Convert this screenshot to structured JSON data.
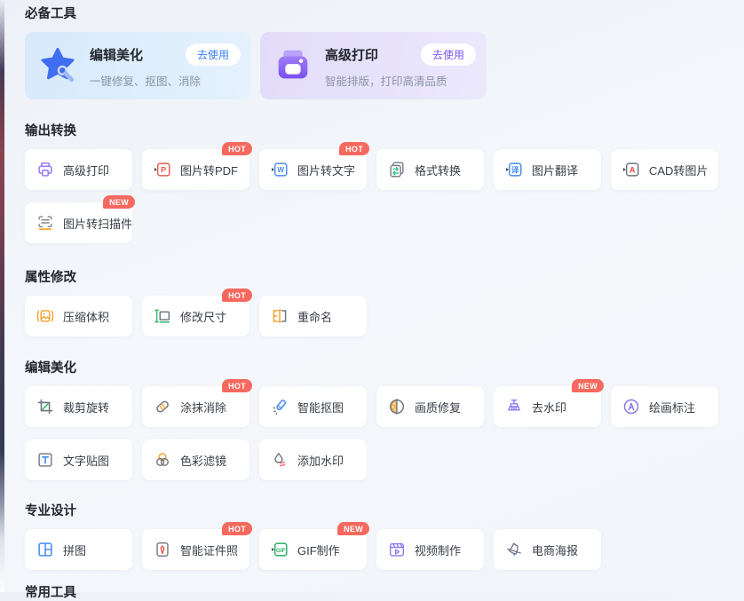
{
  "badge_color": "#f6695e",
  "featured": {
    "section_title": "必备工具",
    "cards": [
      {
        "title": "编辑美化",
        "subtitle": "一键修复、抠图、消除",
        "button": "去使用",
        "icon": "star-wand-icon",
        "accent": "#3b7cf0",
        "bg_from": "#d7e9fb",
        "bg_to": "#e5f2fd"
      },
      {
        "title": "高级打印",
        "subtitle": "智能排版，打印高清品质",
        "button": "去使用",
        "icon": "printer-filled-icon",
        "accent": "#7a55f2",
        "bg_from": "#e2dcfa",
        "bg_to": "#ece8fc"
      }
    ]
  },
  "sections": [
    {
      "title": "输出转换",
      "tools": [
        {
          "label": "高级打印",
          "icon": "printer-outline-icon",
          "badge": ""
        },
        {
          "label": "图片转PDF",
          "icon": "image-to-pdf-icon",
          "badge": "HOT"
        },
        {
          "label": "图片转文字",
          "icon": "image-to-word-icon",
          "badge": "HOT"
        },
        {
          "label": "格式转换",
          "icon": "format-convert-icon",
          "badge": ""
        },
        {
          "label": "图片翻译",
          "icon": "image-translate-icon",
          "badge": ""
        },
        {
          "label": "CAD转图片",
          "icon": "cad-to-image-icon",
          "badge": ""
        },
        {
          "label": "图片转扫描件",
          "icon": "image-to-scan-icon",
          "badge": "NEW"
        }
      ]
    },
    {
      "title": "属性修改",
      "tools": [
        {
          "label": "压缩体积",
          "icon": "compress-icon",
          "badge": ""
        },
        {
          "label": "修改尺寸",
          "icon": "resize-icon",
          "badge": "HOT"
        },
        {
          "label": "重命名",
          "icon": "rename-icon",
          "badge": ""
        }
      ]
    },
    {
      "title": "编辑美化",
      "tools": [
        {
          "label": "裁剪旋转",
          "icon": "crop-rotate-icon",
          "badge": ""
        },
        {
          "label": "涂抹消除",
          "icon": "erase-icon",
          "badge": "HOT"
        },
        {
          "label": "智能抠图",
          "icon": "smart-cutout-icon",
          "badge": ""
        },
        {
          "label": "画质修复",
          "icon": "quality-repair-icon",
          "badge": ""
        },
        {
          "label": "去水印",
          "icon": "remove-watermark-icon",
          "badge": "NEW"
        },
        {
          "label": "绘画标注",
          "icon": "draw-annotate-icon",
          "badge": ""
        },
        {
          "label": "文字贴图",
          "icon": "text-sticker-icon",
          "badge": ""
        },
        {
          "label": "色彩滤镜",
          "icon": "color-filter-icon",
          "badge": ""
        },
        {
          "label": "添加水印",
          "icon": "add-watermark-icon",
          "badge": ""
        }
      ]
    },
    {
      "title": "专业设计",
      "tools": [
        {
          "label": "拼图",
          "icon": "collage-icon",
          "badge": ""
        },
        {
          "label": "智能证件照",
          "icon": "id-photo-icon",
          "badge": "HOT"
        },
        {
          "label": "GIF制作",
          "icon": "gif-make-icon",
          "badge": "NEW"
        },
        {
          "label": "视频制作",
          "icon": "video-make-icon",
          "badge": ""
        },
        {
          "label": "电商海报",
          "icon": "poster-icon",
          "badge": ""
        }
      ]
    }
  ],
  "partial_section": {
    "title": "常用工具"
  }
}
